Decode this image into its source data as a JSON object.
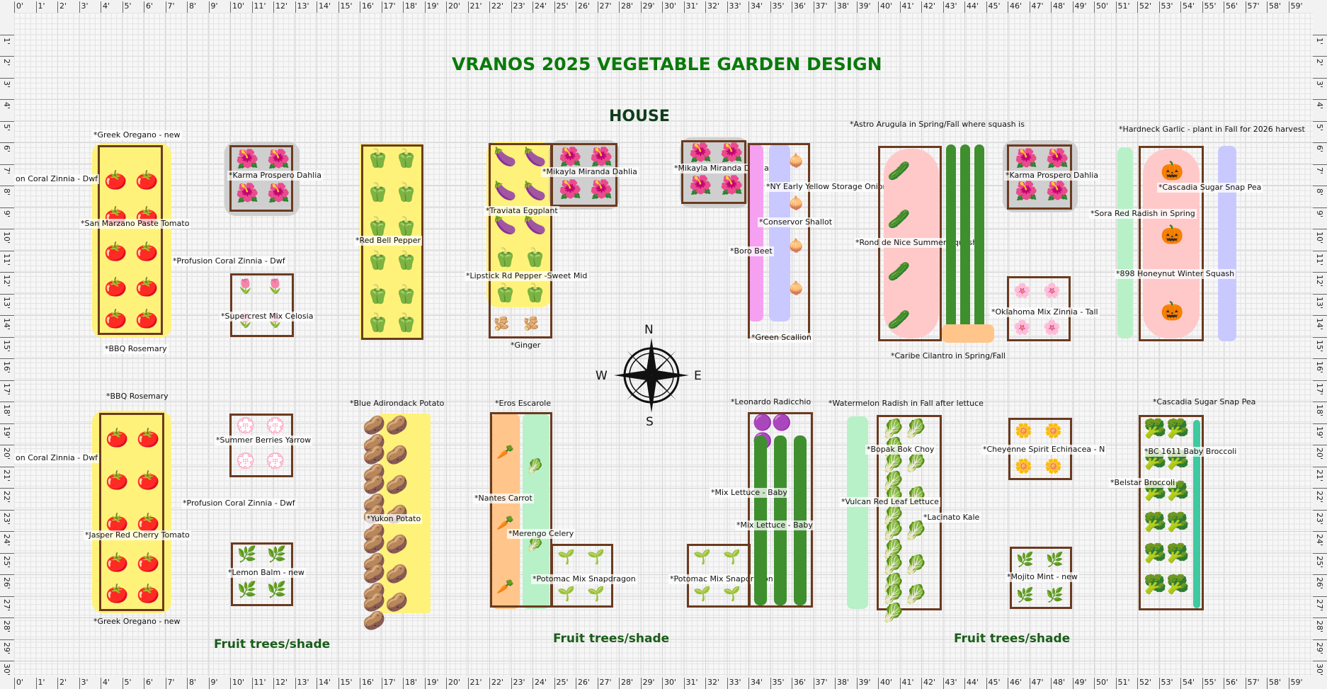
{
  "title": "VRANOS 2025 VEGETABLE GARDEN DESIGN",
  "house_label": "HOUSE",
  "fruit_labels": [
    "Fruit trees/shade",
    "Fruit trees/shade",
    "Fruit trees/shade"
  ],
  "compass": {
    "n": "N",
    "s": "S",
    "e": "E",
    "w": "W"
  },
  "ruler_labels": [
    "0'",
    "1'",
    "2'",
    "3'",
    "4'",
    "5'",
    "6'",
    "7'",
    "8'",
    "9'",
    "10'",
    "11'",
    "12'",
    "13'",
    "14'",
    "15'",
    "16'",
    "17'",
    "18'",
    "19'",
    "20'",
    "21'",
    "22'",
    "23'",
    "24'",
    "25'",
    "26'",
    "27'",
    "28'",
    "29'",
    "30'",
    "31'",
    "32'",
    "33'",
    "34'",
    "35'",
    "36'",
    "37'",
    "38'",
    "39'",
    "40'",
    "41'",
    "42'",
    "43'",
    "44'",
    "45'",
    "46'",
    "47'",
    "48'",
    "49'",
    "50'",
    "51'",
    "52'",
    "53'",
    "54'",
    "55'",
    "56'",
    "57'",
    "58'",
    "59'"
  ],
  "ruler_side_labels": [
    "1'",
    "2'",
    "3'",
    "4'",
    "5'",
    "6'",
    "7'",
    "8'",
    "9'",
    "10'",
    "11'",
    "12'",
    "13'",
    "14'",
    "15'",
    "16'",
    "17'",
    "18'",
    "19'",
    "20'",
    "21'",
    "22'",
    "23'",
    "24'",
    "25'",
    "26'",
    "27'",
    "28'",
    "29'",
    "30'"
  ],
  "plant_labels": [
    "*Greek Oregano - new",
    "on Coral Zinnia - Dwf",
    "*San Marzano Paste Tomato",
    "*Profusion Coral Zinnia - Dwf",
    "*BBQ Rosemary",
    "*Karma Prospero Dahlia",
    "*Supercrest Mix Celosia",
    "*Red Bell Pepper",
    "*Mikayla Miranda Dahlia",
    "*Traviata Eggplant",
    "*Lipstick Rd Pepper -Sweet Mid",
    "*Ginger",
    "*Mikayla Miranda Dahlia",
    "*NY Early Yellow Storage Onion",
    "*Conservor Shallot",
    "*Boro Beet",
    "*Green Scallion",
    "*Astro Arugula in Spring/Fall where squash is",
    "*Rond de Nice Summer Squash",
    "*Caribe Cilantro in Spring/Fall",
    "*Karma Prospero Dahlia",
    "*Oklahoma Mix Zinnia - Tall",
    "*Hardneck Garlic - plant in Fall for 2026 harvest",
    "*Cascadia Sugar Snap Pea",
    "*Sora Red Radish in Spring",
    "*898 Honeynut Winter Squash",
    "*BBQ Rosemary",
    "on Coral Zinnia - Dwf",
    "*Profusion Coral Zinnia - Dwf",
    "*Jasper Red Cherry Tomato",
    "*Greek Oregano - new",
    "*Summer Berries Yarrow",
    "*Lemon Balm - new",
    "*Blue Adirondack Potato",
    "*Yukon Potato",
    "*Eros Escarole",
    "*Nantes Carrot",
    "*Merengo Celery",
    "*Potomac Mix Snapdragon",
    "*Potomac Mix Snapdragon",
    "*Leonardo Radicchio",
    "*Mix Lettuce - Baby",
    "*Mix Lettuce - Baby",
    "*Watermelon Radish in Fall after lettuce",
    "*Bopak Bok Choy",
    "*Vulcan Red Leaf Lettuce",
    "*Lacinato Kale",
    "*Cheyenne Spirit Echinacea - N",
    "*Mojito Mint - new",
    "*Cascadia Sugar Snap Pea",
    "*BC 1611 Baby Broccoli",
    "*Belstar Broccoli"
  ],
  "colors": {
    "title": "#0a7a0a",
    "bed_border": "#6b3a1f",
    "highlight_yellow": "#fff27a",
    "highlight_pink": "#ffc9c9",
    "highlight_gray": "#cfcfcf",
    "highlight_green": "#b8f0c8",
    "highlight_orange": "#ffc58a",
    "highlight_lavender": "#c9c9ff"
  },
  "icons": [
    "tomato-icon",
    "zinnia-icon",
    "dahlia-icon",
    "bell-pepper-icon",
    "eggplant-icon",
    "onion-icon",
    "squash-icon",
    "garlic-icon",
    "potato-icon",
    "carrot-icon",
    "lettuce-icon",
    "broccoli-icon",
    "compass-rose-icon"
  ]
}
